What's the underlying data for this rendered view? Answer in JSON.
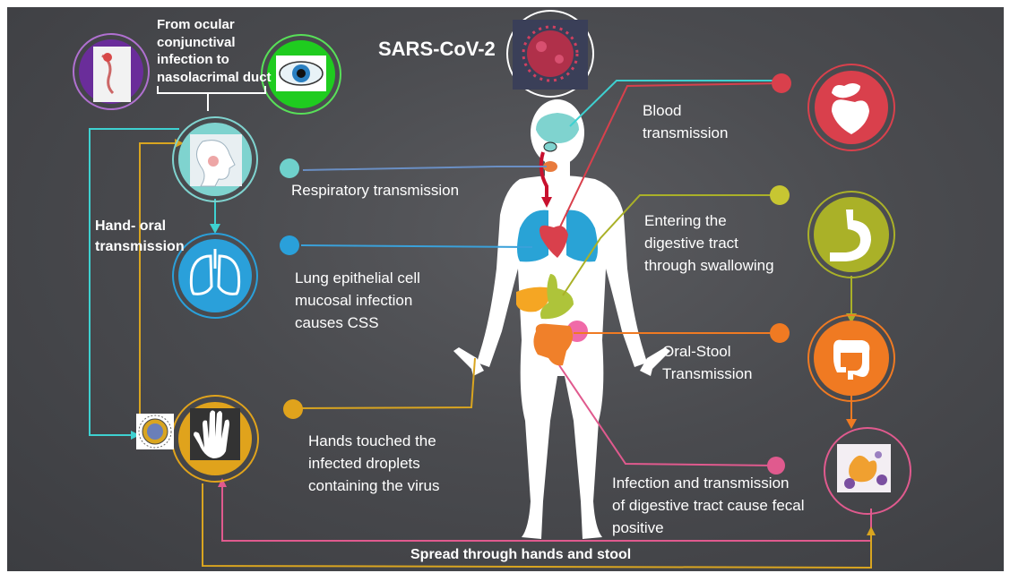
{
  "title": "SARS-CoV-2",
  "labels": {
    "ocular": "From ocular\nconjunctival\ninfection to\nnasolacrimal duct",
    "hand_oral": "Hand- oral\ntransmission",
    "respiratory": "Respiratory transmission",
    "lung": "Lung epithelial cell\nmucosal infection\ncauses CSS",
    "hands": "Hands touched the\ninfected droplets\ncontaining the virus",
    "blood": "Blood\ntransmission",
    "digestive": "Entering  the\ndigestive tract\nthrough swallowing",
    "oral_stool": "Oral-Stool\nTransmission",
    "fecal": "Infection and transmission\nof digestive tract cause fecal\npositive",
    "spread": "Spread through hands and stool"
  },
  "colors": {
    "background": "#4a4b4f",
    "cyan": "#3ed1d1",
    "blood_red": "#d9404c",
    "lung_blue": "#2aa0da",
    "digestive_olive": "#aab128",
    "oral_orange": "#f07a22",
    "fecal_pink": "#e05a8e",
    "hands_gold": "#e0a31c",
    "eye_green": "#1fcc1f",
    "conjunctiva_purple": "#6a2d9a"
  },
  "icons": [
    "sars-cov-2-virus-icon",
    "conjunctiva-circle-icon",
    "eye-circle-icon",
    "head-infection-circle-icon",
    "lungs-circle-icon",
    "hand-circle-icon",
    "virus-particle-icon",
    "blood-circle-icon",
    "stomach-circle-icon",
    "intestine-circle-icon",
    "feces-circle-icon"
  ]
}
